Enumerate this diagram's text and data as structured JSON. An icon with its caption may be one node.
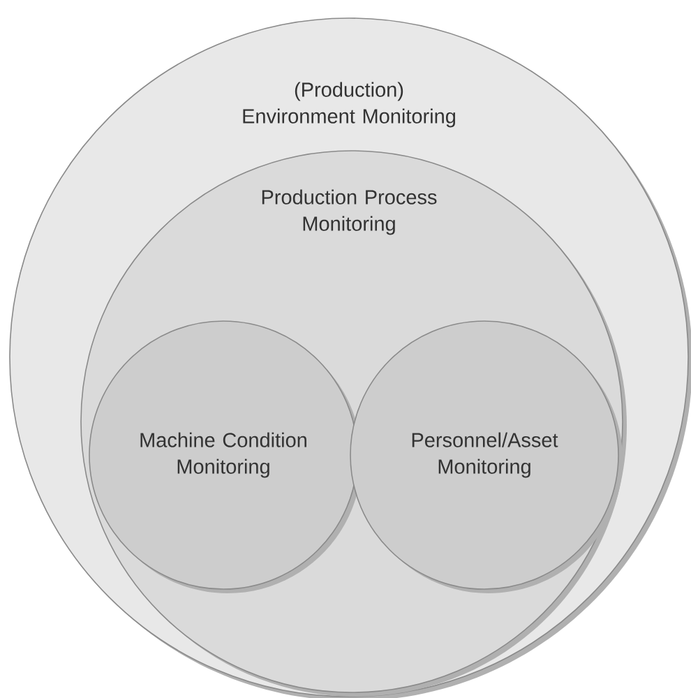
{
  "diagram": {
    "nodes": [
      {
        "text": [
          "(Production) Environment Monitoring"
        ]
      },
      {
        "text": [
          "Production Process Monitoring"
        ],
        "in": 0
      },
      {
        "text": [
          "Machine Condition Monitoring"
        ],
        "in": 1
      },
      {
        "text": [
          "Personnel/Asset Monitoring"
        ],
        "in": 1
      }
    ]
  }
}
